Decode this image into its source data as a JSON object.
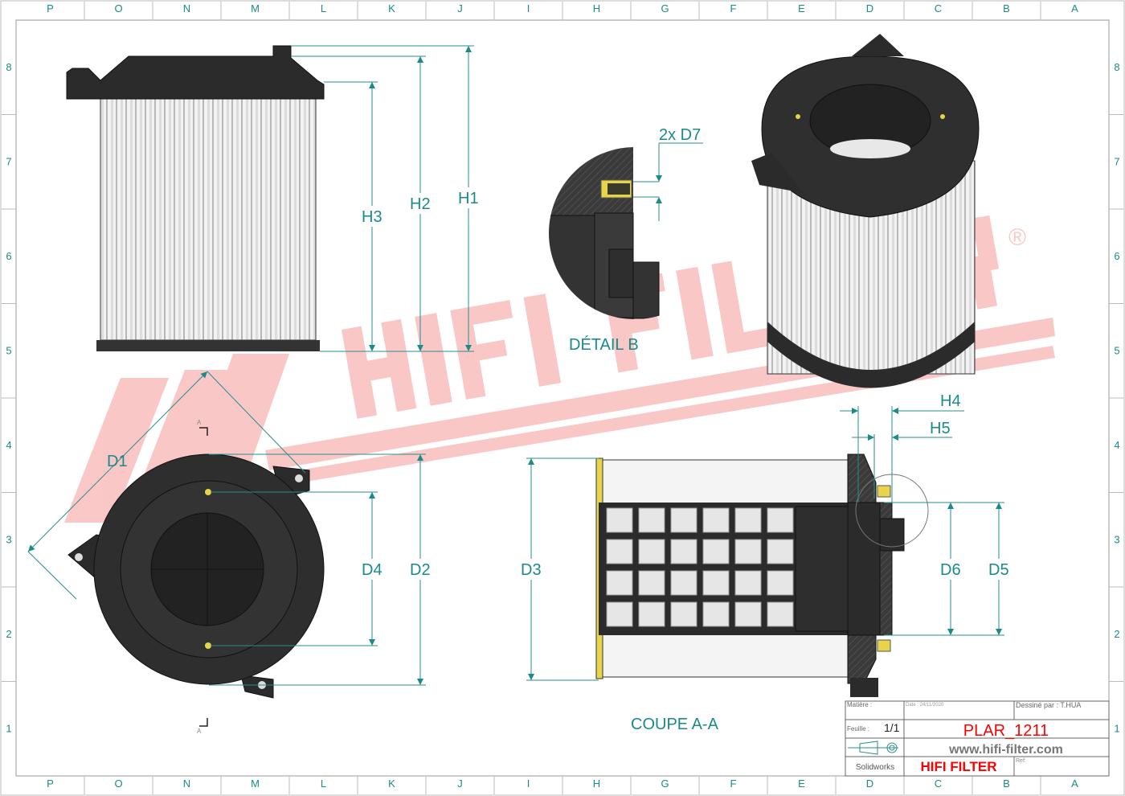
{
  "frame": {
    "columns": [
      "P",
      "O",
      "N",
      "M",
      "L",
      "K",
      "J",
      "I",
      "H",
      "G",
      "F",
      "E",
      "D",
      "C",
      "B",
      "A"
    ],
    "rows": [
      "8",
      "7",
      "6",
      "5",
      "4",
      "3",
      "2",
      "1"
    ]
  },
  "dimensions": {
    "h1": "H1",
    "h2": "H2",
    "h3": "H3",
    "h4": "H4",
    "h5": "H5",
    "d1": "D1",
    "d2": "D2",
    "d3": "D3",
    "d4": "D4",
    "d5": "D5",
    "d6": "D6",
    "d7": "2x D7"
  },
  "views": {
    "detail": "DÉTAIL B",
    "section": "COUPE A-A",
    "section_marker": "A"
  },
  "watermark": {
    "text": "HIFI FILTER",
    "registered": "®",
    "color": "#f7a8a8"
  },
  "title_block": {
    "material_label": "Matière :",
    "date": "Date : 24/11/2020",
    "drawn_by": "Dessiné par : T.HUA",
    "sheet_label": "Feuille :",
    "sheet_value": "1/1",
    "part_number": "PLAR_1211",
    "website": "www.hifi-filter.com",
    "software": "Solidworks",
    "brand": "HIFI FILTER",
    "ref_label": "Ref:"
  },
  "colors": {
    "dimension": "#1a8a8a",
    "brand_red": "#ff0000",
    "body": "#2b2b2b",
    "seal": "#e8d44a"
  }
}
